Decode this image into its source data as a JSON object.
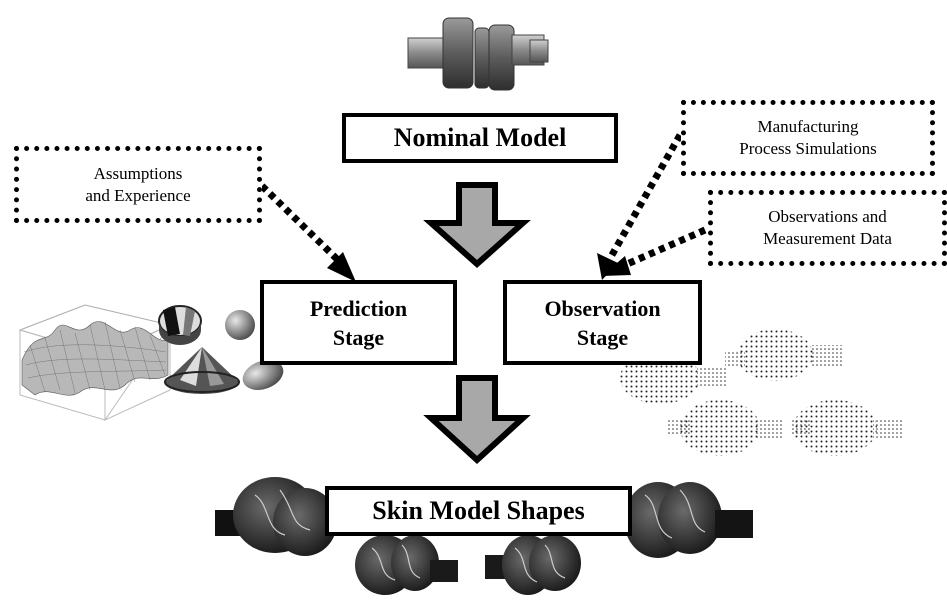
{
  "diagram": {
    "nominal_model": "Nominal Model",
    "prediction_stage": [
      "Prediction",
      "Stage"
    ],
    "observation_stage": [
      "Observation",
      "Stage"
    ],
    "skin_model_shapes": "Skin Model Shapes",
    "assumptions": [
      "Assumptions",
      "and Experience"
    ],
    "manufacturing": [
      "Manufacturing",
      "Process Simulations"
    ],
    "observations": [
      "Observations and",
      "Measurement Data"
    ]
  },
  "colors": {
    "arrow_fill": "#a8a8a8",
    "stroke": "#000000"
  }
}
